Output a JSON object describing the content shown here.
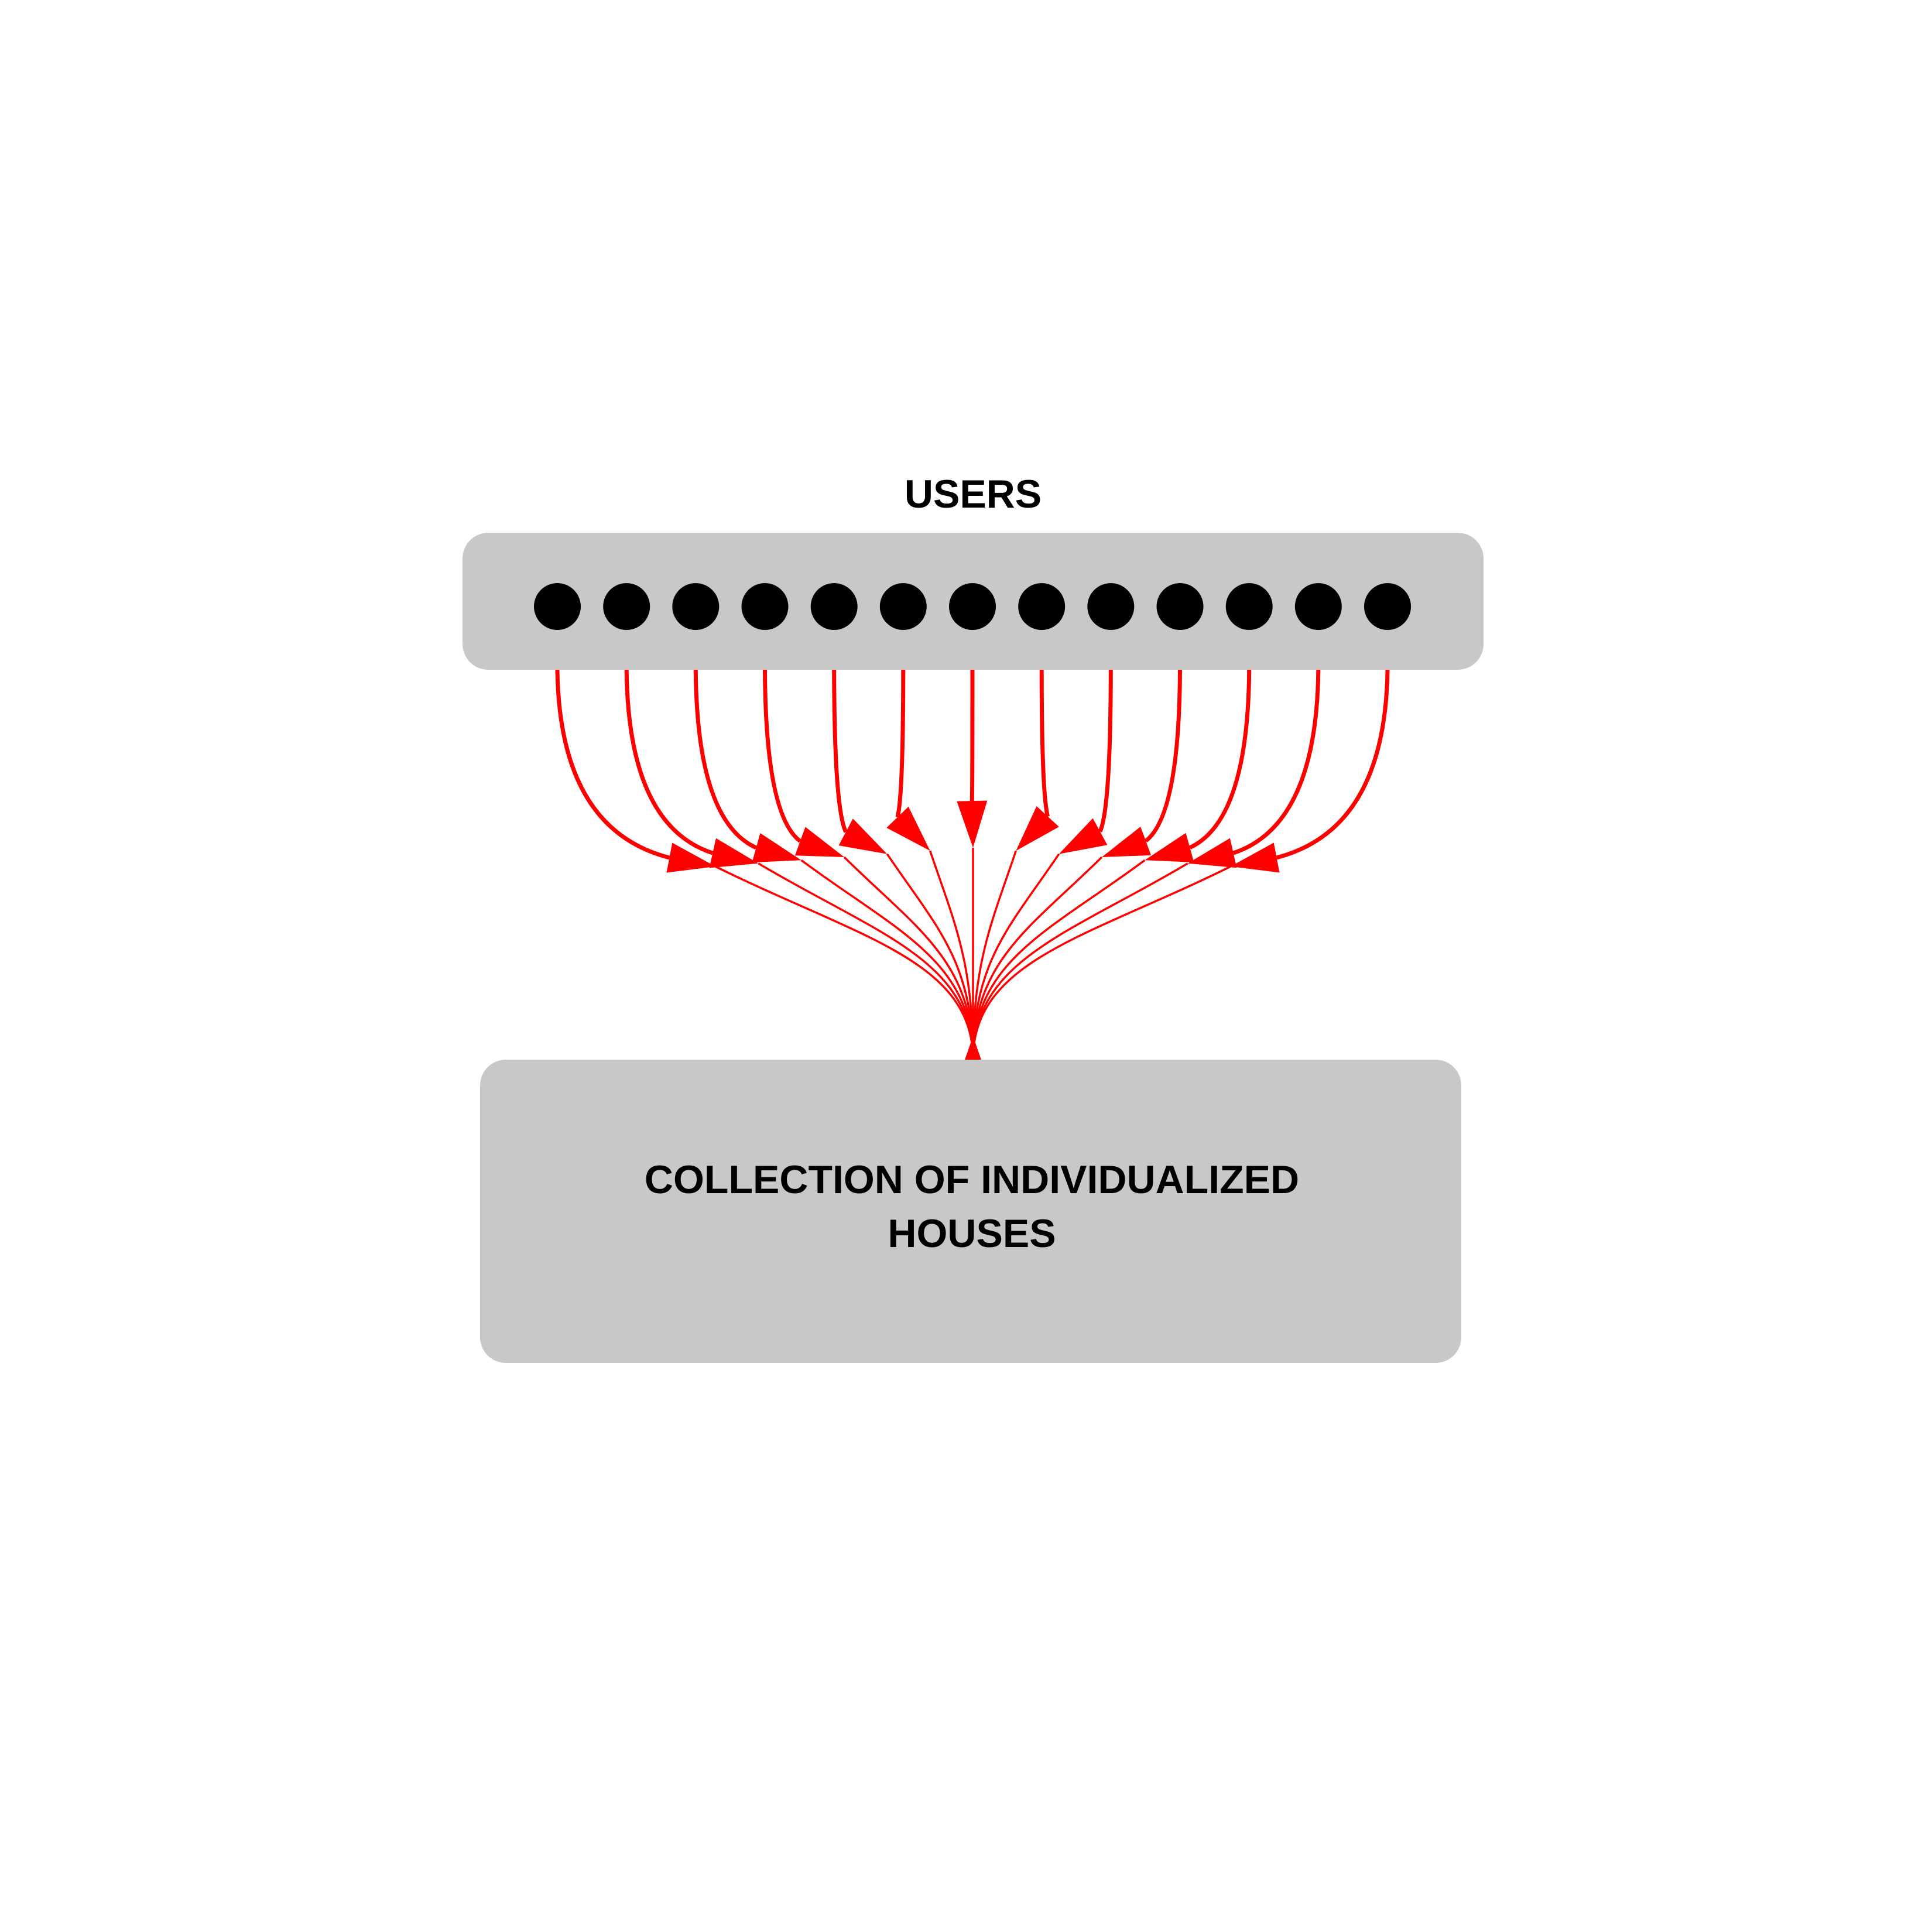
{
  "users_title": "USERS",
  "collection_box": {
    "line1": "COLLECTION OF INDIVIDUALIZED",
    "line2": "HOUSES"
  },
  "user_count": 13,
  "colors": {
    "box_fill": "#c8c8c8",
    "user_dot": "#000000",
    "arrow": "#ff0000",
    "text": "#000000",
    "background": "#ffffff"
  }
}
